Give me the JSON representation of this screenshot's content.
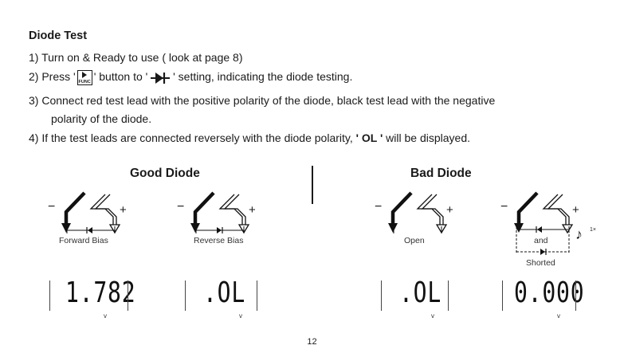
{
  "title": "Diode Test",
  "steps": {
    "s1": "1)  Turn on & Ready to use ( look at page 8)",
    "s2_a": "2)  Press '",
    "s2_func": "FUNC",
    "s2_b": "' button to '",
    "s2_c": "' setting, indicating the diode testing.",
    "s3_a": "3)  Connect red test lead with the positive polarity of the diode, black test lead with the negative",
    "s3_b": "polarity of the diode.",
    "s4_a": "4)  If the test leads are connected reversely with the diode polarity, ",
    "s4_ol": "' OL '",
    "s4_b": " will be displayed."
  },
  "good": {
    "heading": "Good Diode",
    "forward_caption": "Forward Bias",
    "reverse_caption": "Reverse Bias",
    "forward_reading": "1.782",
    "reverse_reading": ".OL"
  },
  "bad": {
    "heading": "Bad Diode",
    "open_caption": "Open",
    "and_caption": "and",
    "shorted_caption": "Shorted",
    "open_reading": ".OL",
    "shorted_reading": "0.000",
    "beep_mark": "1×"
  },
  "symbols": {
    "minus": "−",
    "plus": "+",
    "unit_v": "v"
  },
  "page_number": "12",
  "icons": [
    "func-button-icon",
    "diode-symbol-icon",
    "test-leads-icon",
    "beep-note-icon"
  ]
}
